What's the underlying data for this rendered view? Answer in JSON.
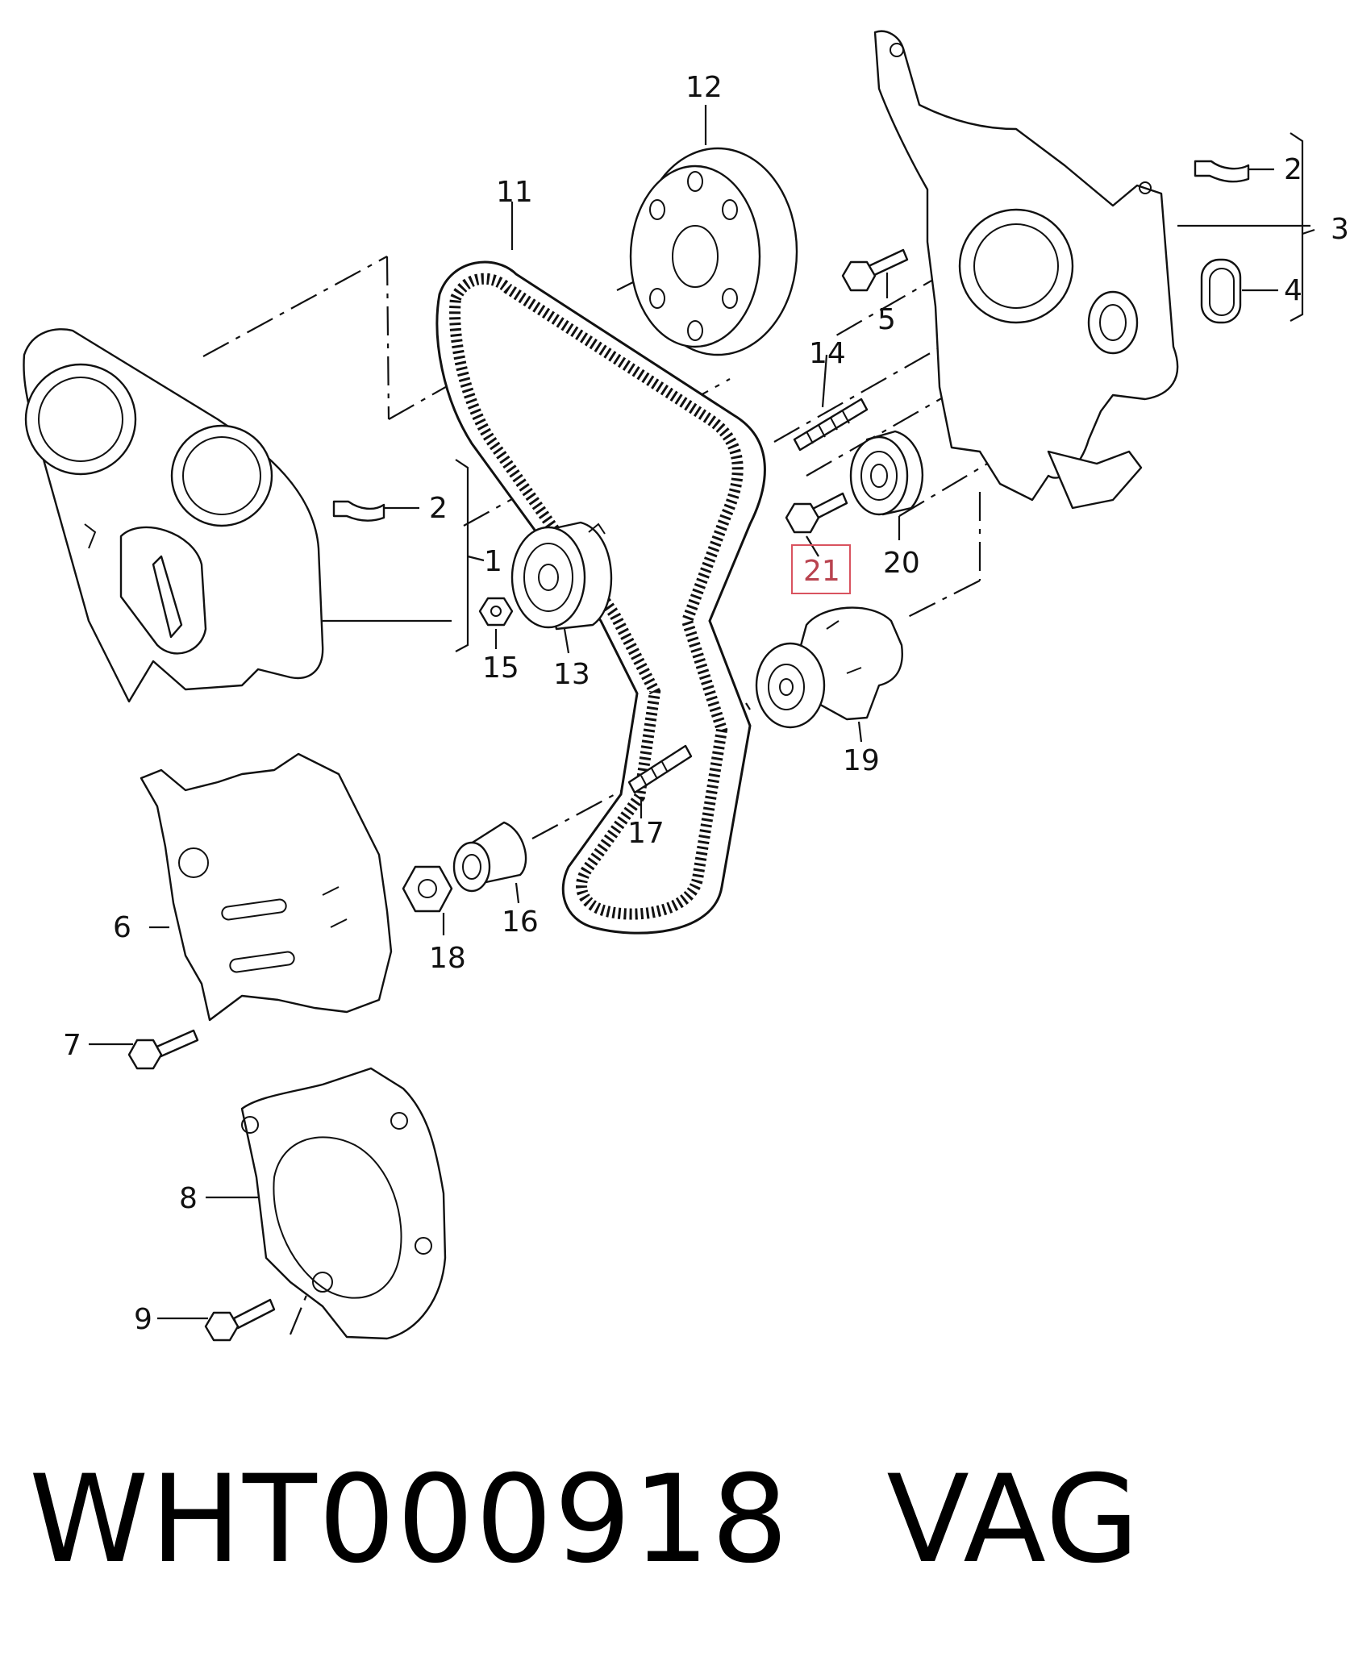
{
  "diagram": {
    "callouts": [
      {
        "id": "1",
        "label": "1"
      },
      {
        "id": "2a",
        "label": "2"
      },
      {
        "id": "2b",
        "label": "2"
      },
      {
        "id": "3",
        "label": "3"
      },
      {
        "id": "4",
        "label": "4"
      },
      {
        "id": "5",
        "label": "5"
      },
      {
        "id": "6",
        "label": "6"
      },
      {
        "id": "7",
        "label": "7"
      },
      {
        "id": "8",
        "label": "8"
      },
      {
        "id": "9",
        "label": "9"
      },
      {
        "id": "11",
        "label": "11"
      },
      {
        "id": "12",
        "label": "12"
      },
      {
        "id": "13",
        "label": "13"
      },
      {
        "id": "14",
        "label": "14"
      },
      {
        "id": "15",
        "label": "15"
      },
      {
        "id": "16",
        "label": "16"
      },
      {
        "id": "17",
        "label": "17"
      },
      {
        "id": "18",
        "label": "18"
      },
      {
        "id": "19",
        "label": "19"
      },
      {
        "id": "20",
        "label": "20"
      },
      {
        "id": "21",
        "label": "21",
        "highlighted": true
      }
    ],
    "highlight_color": "#d9535f"
  },
  "footer": {
    "part_number": "WHT000918",
    "brand": "VAG"
  }
}
